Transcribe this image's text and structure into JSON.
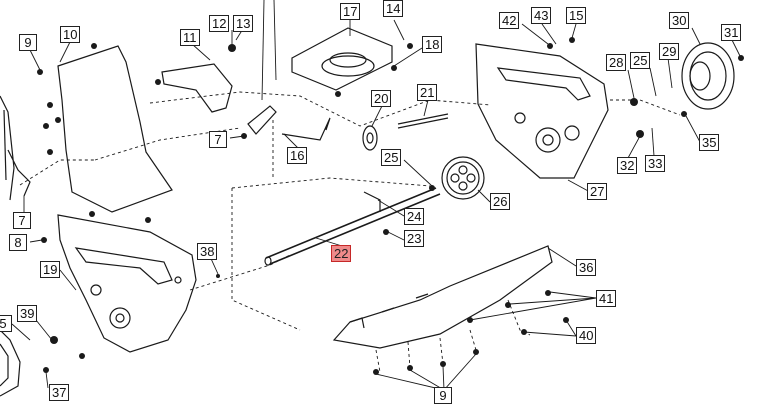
{
  "diagram": {
    "highlighted_part": "22",
    "highlight_color": "#ef8a8a",
    "callouts": {
      "p9a": "9",
      "p10": "10",
      "p11": "11",
      "p12": "12",
      "p13": "13",
      "p17": "17",
      "p14": "14",
      "p18": "18",
      "p42": "42",
      "p43": "43",
      "p15": "15",
      "p30": "30",
      "p31": "31",
      "p28": "28",
      "p25a": "25",
      "p29": "29",
      "p20": "20",
      "p21": "21",
      "p7a": "7",
      "p16": "16",
      "p25b": "25",
      "p24": "24",
      "p23": "23",
      "p22": "22",
      "p26": "26",
      "p27": "27",
      "p32": "32",
      "p33": "33",
      "p35": "35",
      "p7b": "7",
      "p8": "8",
      "p38": "38",
      "p19": "19",
      "p39": "39",
      "p5": "5",
      "p37": "37",
      "p36": "36",
      "p41": "41",
      "p40": "40",
      "p9b": "9"
    }
  }
}
